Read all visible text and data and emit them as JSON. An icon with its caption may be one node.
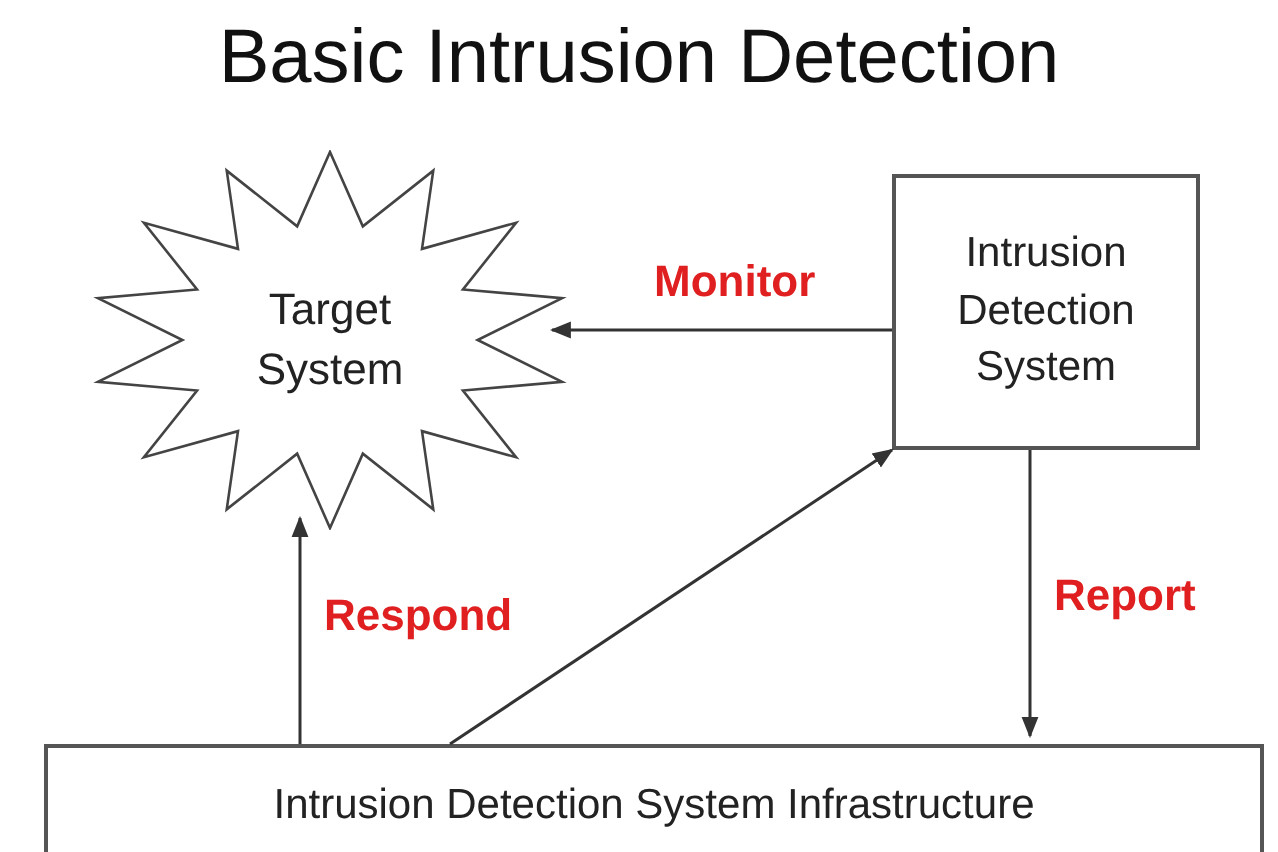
{
  "diagram": {
    "title": "Basic Intrusion Detection",
    "nodes": [
      {
        "text": [
          "Target System"
        ]
      },
      {
        "text": [
          "Intrusion Detection System"
        ]
      },
      {
        "text": [
          "Intrusion Detection System Infrastructure"
        ]
      }
    ],
    "edges": [
      {
        "from": 1,
        "to": 0,
        "arrow": "to",
        "label": "Monitor"
      },
      {
        "from": 1,
        "to": 2,
        "arrow": "to",
        "label": "Report"
      },
      {
        "from": 2,
        "to": 0,
        "arrow": "to",
        "label": "Respond"
      },
      {
        "from": 2,
        "to": 1,
        "arrow": "to"
      }
    ]
  }
}
